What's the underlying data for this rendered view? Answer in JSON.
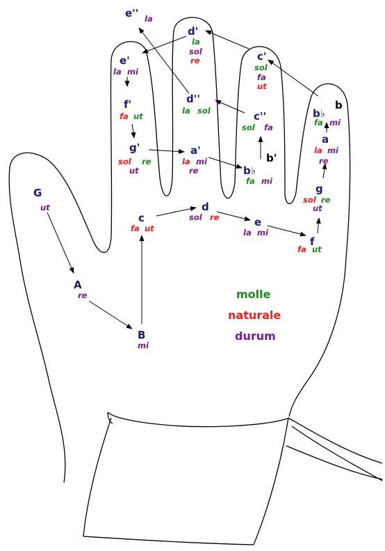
{
  "colors": {
    "note": "#1a1a7a",
    "molle": "#1e8a1e",
    "naturale": "#ff1a1a",
    "durum": "#7a1a9a",
    "black": "#000000"
  },
  "legend": {
    "molle": "molle",
    "naturale": "naturale",
    "durum": "durum"
  },
  "labels": {
    "G": {
      "note": "G",
      "s1": "ut"
    },
    "A": {
      "note": "A",
      "s1": "re"
    },
    "B": {
      "note": "B",
      "s1": "mi"
    },
    "c": {
      "note": "c",
      "s1": "fa",
      "s2": "ut"
    },
    "d": {
      "note": "d",
      "s1": "sol",
      "s2": "re"
    },
    "e": {
      "note": "e",
      "s1": "la",
      "s2": "mi"
    },
    "f": {
      "note": "f",
      "s1": "fa",
      "s2": "ut"
    },
    "g": {
      "note": "g",
      "s1": "sol",
      "s2": "re",
      "s3": "ut"
    },
    "a": {
      "note": "a",
      "s1": "la",
      "s2": "mi",
      "s3": "re"
    },
    "bb": {
      "note": "b♭",
      "s1": "fa",
      "s2": "mi",
      "extra": "b"
    },
    "c1": {
      "note": "c'",
      "s1": "sol",
      "s2": "fa",
      "s3": "ut"
    },
    "d1": {
      "note": "d'",
      "s1": "la",
      "s2": "sol",
      "s3": "re"
    },
    "e1": {
      "note": "e'",
      "s1": "la",
      "s2": "mi"
    },
    "f1": {
      "note": "f'",
      "s1": "fa",
      "s2": "ut"
    },
    "g1": {
      "note": "g'",
      "s1": "sol",
      "s2": "re",
      "s3": "ut"
    },
    "a1": {
      "note": "a'",
      "s1": "la",
      "s2": "mi",
      "s3": "re"
    },
    "bb1": {
      "note": "b♭",
      "s1": "fa",
      "s2": "mi",
      "extra": "b'"
    },
    "c2": {
      "note": "c''",
      "s1": "sol",
      "s2": "fa"
    },
    "d2": {
      "note": "d''",
      "s1": "la",
      "s2": "sol"
    },
    "e2": {
      "note": "e''",
      "s1": "la"
    }
  }
}
